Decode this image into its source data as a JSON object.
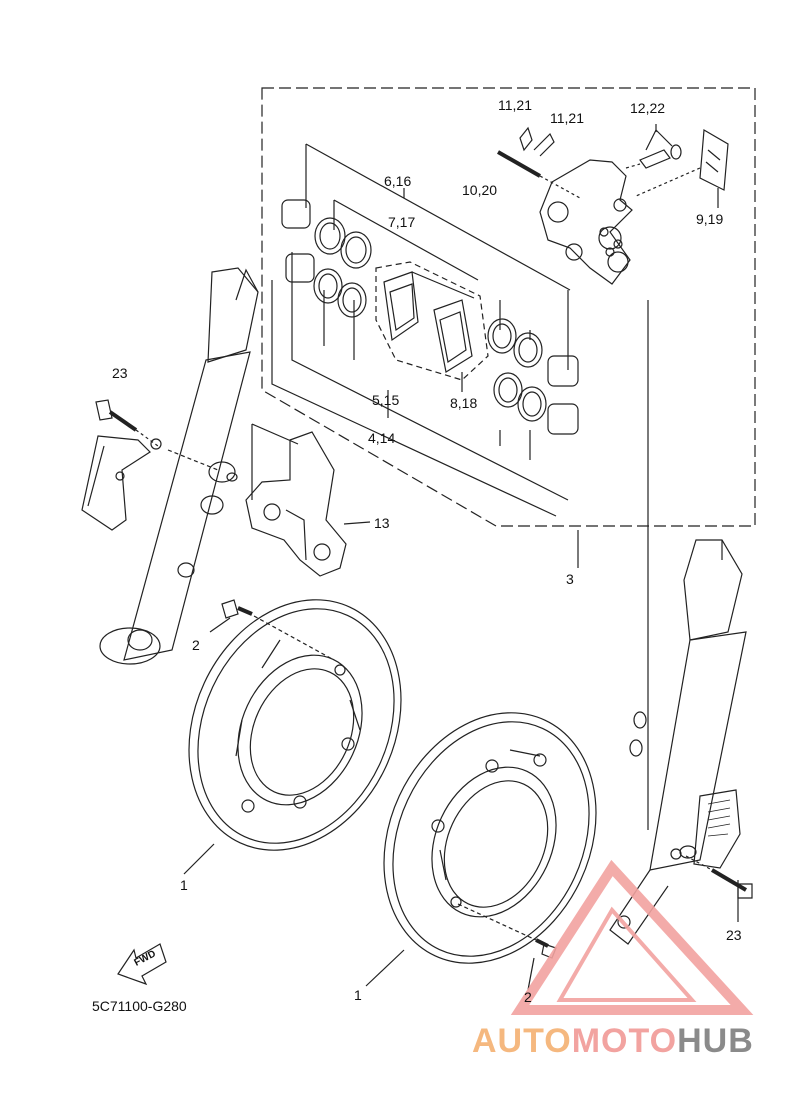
{
  "diagram": {
    "callouts": {
      "c1121a": "11,21",
      "c1121b": "11,21",
      "c1222": "12,22",
      "c616": "6,16",
      "c1020": "10,20",
      "c919": "9,19",
      "c717": "7,17",
      "c23a": "23",
      "c515": "5,15",
      "c818": "8,18",
      "c414": "4,14",
      "c13": "13",
      "c3": "3",
      "c2a": "2",
      "c1a": "1",
      "c23b": "23",
      "c1b": "1",
      "c2b": "2"
    },
    "fwd_label": "FWD",
    "drawing_code": "5C71100-G280",
    "watermark": {
      "part1": "AUTO",
      "part2": "MOTO",
      "part3": "HUB"
    },
    "colors": {
      "line": "#222222",
      "watermark_orange": "#f5b87f",
      "watermark_red": "#f2a3a0",
      "watermark_grey": "#8a8a8a"
    }
  }
}
